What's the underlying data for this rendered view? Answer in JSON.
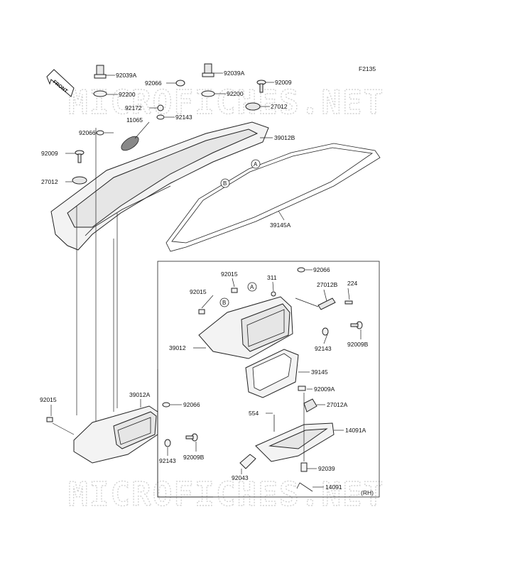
{
  "figure_code": "F2135",
  "front_arrow": "FRONT",
  "watermark": "MICROFICHES.NET",
  "inset_side": "(RH)",
  "labels": {
    "p92039A_1": "92039A",
    "p92200_1": "92200",
    "p92066_1": "92066",
    "p92039A_2": "92039A",
    "p92009_1": "92009",
    "p92200_2": "92200",
    "p92172": "92172",
    "p27012_1": "27012",
    "p92143_1": "92143",
    "p11065": "11065",
    "p92066_2": "92066",
    "p39012B": "39012B",
    "p92009_2": "92009",
    "p27012_2": "27012",
    "p39145A": "39145A",
    "p92015_1": "92015",
    "p311": "311",
    "p92066_3": "92066",
    "p92015_2": "92015",
    "p27012B": "27012B",
    "p224": "224",
    "p39012": "39012",
    "p92143_2": "92143",
    "p92009B_1": "92009B",
    "p39145": "39145",
    "p92009A": "92009A",
    "p554": "554",
    "p27012A": "27012A",
    "p14091A": "14091A",
    "p92043": "92043",
    "p92039": "92039",
    "p14091": "14091",
    "p92015_3": "92015",
    "p39012A": "39012A",
    "p92066_4": "92066",
    "p92143_3": "92143",
    "p92009B_2": "92009B"
  },
  "callouts": {
    "A": "A",
    "B": "B"
  }
}
